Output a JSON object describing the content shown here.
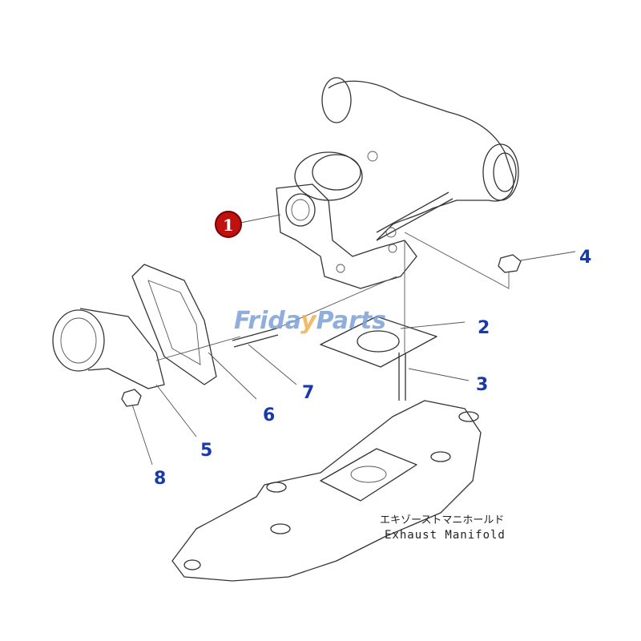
{
  "diagram": {
    "highlighted_part": {
      "number": "1",
      "badge_color": "#c01010"
    },
    "callouts": [
      "2",
      "3",
      "4",
      "5",
      "6",
      "7",
      "8"
    ],
    "label_jp": "エキゾーストマニホールド",
    "label_en": "Exhaust Manifold",
    "callout_color": "#1a3aa8",
    "watermark": "FridayParts"
  }
}
